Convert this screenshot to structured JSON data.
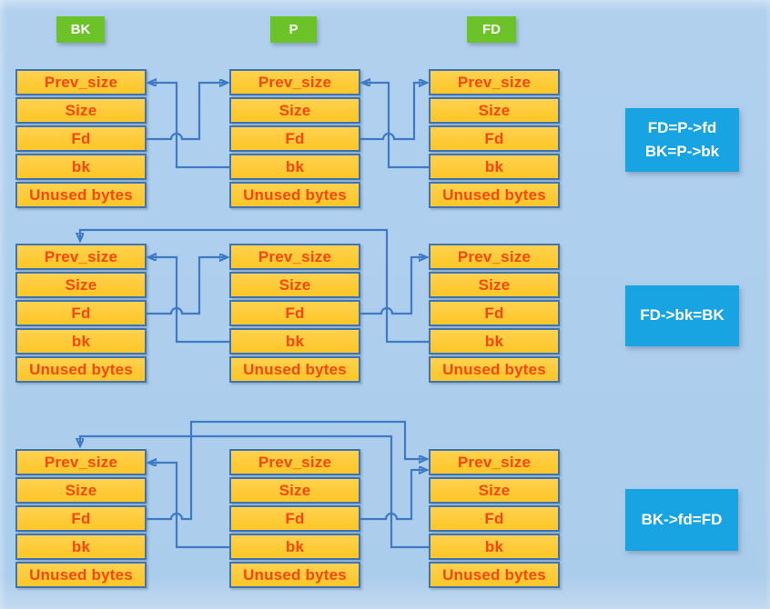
{
  "headers": [
    {
      "label": "BK"
    },
    {
      "label": "P"
    },
    {
      "label": "FD"
    }
  ],
  "chunk_fields": [
    "Prev_size",
    "Size",
    "Fd",
    "bk",
    "Unused bytes"
  ],
  "annotations": [
    {
      "lines": [
        "FD=P->fd",
        "BK=P->bk"
      ]
    },
    {
      "lines": [
        "FD->bk=BK"
      ]
    },
    {
      "lines": [
        "BK->fd=FD"
      ]
    }
  ],
  "links_by_row": [
    {
      "row": 1,
      "links": [
        "BK.Fd -> P",
        "P.bk -> BK",
        "P.Fd -> FD",
        "FD.bk -> P"
      ]
    },
    {
      "row": 2,
      "links": [
        "BK.Fd -> P",
        "P.bk -> BK",
        "P.Fd -> FD",
        "FD.bk -> BK"
      ]
    },
    {
      "row": 3,
      "links": [
        "BK.Fd -> FD",
        "P.bk -> BK",
        "P.Fd -> FD",
        "FD.bk -> BK"
      ]
    }
  ],
  "colors": {
    "background": "#abcdec",
    "cell_fill": "#fec72b",
    "cell_border": "#3f74b3",
    "cell_text": "#f8460f",
    "arrow": "#3e7bc4",
    "tag_green": "#6cc327",
    "note_blue": "#18a3e2",
    "note_text": "#ffffff"
  }
}
